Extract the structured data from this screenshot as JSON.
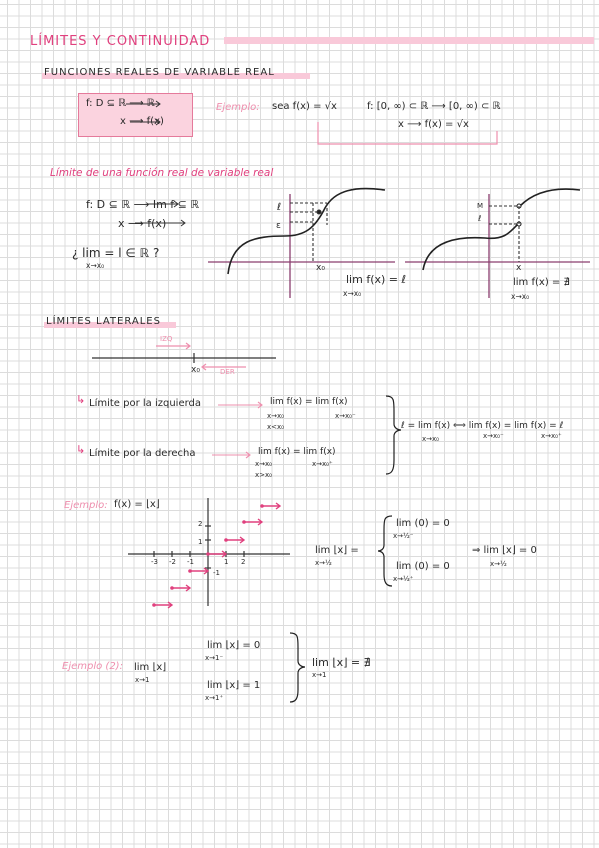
{
  "title": "LÍMITES Y CONTINUIDAD",
  "section1": {
    "heading": "FUNCIONES REALES DE VARIABLE REAL",
    "box_line1": "f: D ⊆ ℝ ⟶ ℝ",
    "box_line2": "x ⟶ f(x)",
    "example_label": "Ejemplo:",
    "example_text": "sea f(x) = √x",
    "example_domain": "f: [0, ∞) ⊂ ℝ ⟶ [0, ∞) ⊂ ℝ",
    "example_map": "x ⟶ f(x) = √x"
  },
  "section2": {
    "heading": "Límite de una función real de variable real",
    "map_line1": "f: D ⊆ ℝ ⟶ Im f ⊆ ℝ",
    "map_line2": "x ⟶ f(x)",
    "question": "¿ lim = l ∈ ℝ ?",
    "question_sub": "x→x₀",
    "graph1": {
      "l_label": "ℓ",
      "eps_label": "ε",
      "x0_label": "x₀",
      "caption": "lim f(x) = ℓ",
      "caption_sub": "x→x₀"
    },
    "graph2": {
      "m_label": "M",
      "l_label": "ℓ",
      "x_label": "x",
      "caption": "lim f(x) = ∄",
      "caption_sub": "x→x₀"
    }
  },
  "section3": {
    "heading": "LÍMITES LATERALES",
    "izq_label": "IZQ",
    "der_label": "DER",
    "x0_label": "x₀",
    "left_text": "Límite por la izquierda",
    "left_formula": "lim f(x) = lim f(x)",
    "left_sub1": "x→x₀",
    "left_sub2": "x<x₀",
    "left_sub3": "x→x₀⁻",
    "right_text": "Límite por la derecha",
    "right_formula": "lim f(x) = lim f(x)",
    "right_sub1": "x→x₀",
    "right_sub2": "x>x₀",
    "right_sub3": "x→x₀⁺",
    "conclusion": "ℓ = lim f(x) ⟺ lim f(x) = lim f(x) = ℓ",
    "conclusion_sub1": "x→x₀",
    "conclusion_sub2": "x→x₀⁻",
    "conclusion_sub3": "x→x₀⁺"
  },
  "example2": {
    "label": "Ejemplo:",
    "function": "f(x) = ⌊x⌋",
    "ticks_x": [
      "-3",
      "-2",
      "-1",
      "1",
      "2"
    ],
    "ticks_y": [
      "2",
      "1",
      "-1"
    ],
    "limit_lhs": "lim ⌊x⌋ =",
    "limit_lhs_sub": "x→½",
    "case1": "lim (0) = 0",
    "case1_sub": "x→½⁻",
    "case2": "lim (0) = 0",
    "case2_sub": "x→½⁺",
    "result": "⇒ lim ⌊x⌋ = 0",
    "result_sub": "x→½"
  },
  "example3": {
    "label": "Ejemplo (2):",
    "limit": "lim ⌊x⌋",
    "limit_sub": "x→1",
    "case1": "lim ⌊x⌋ = 0",
    "case1_sub": "x→1⁻",
    "case2": "lim ⌊x⌋ = 1",
    "case2_sub": "x→1⁺",
    "result": "lim ⌊x⌋ = ∄",
    "result_sub": "x→1"
  }
}
